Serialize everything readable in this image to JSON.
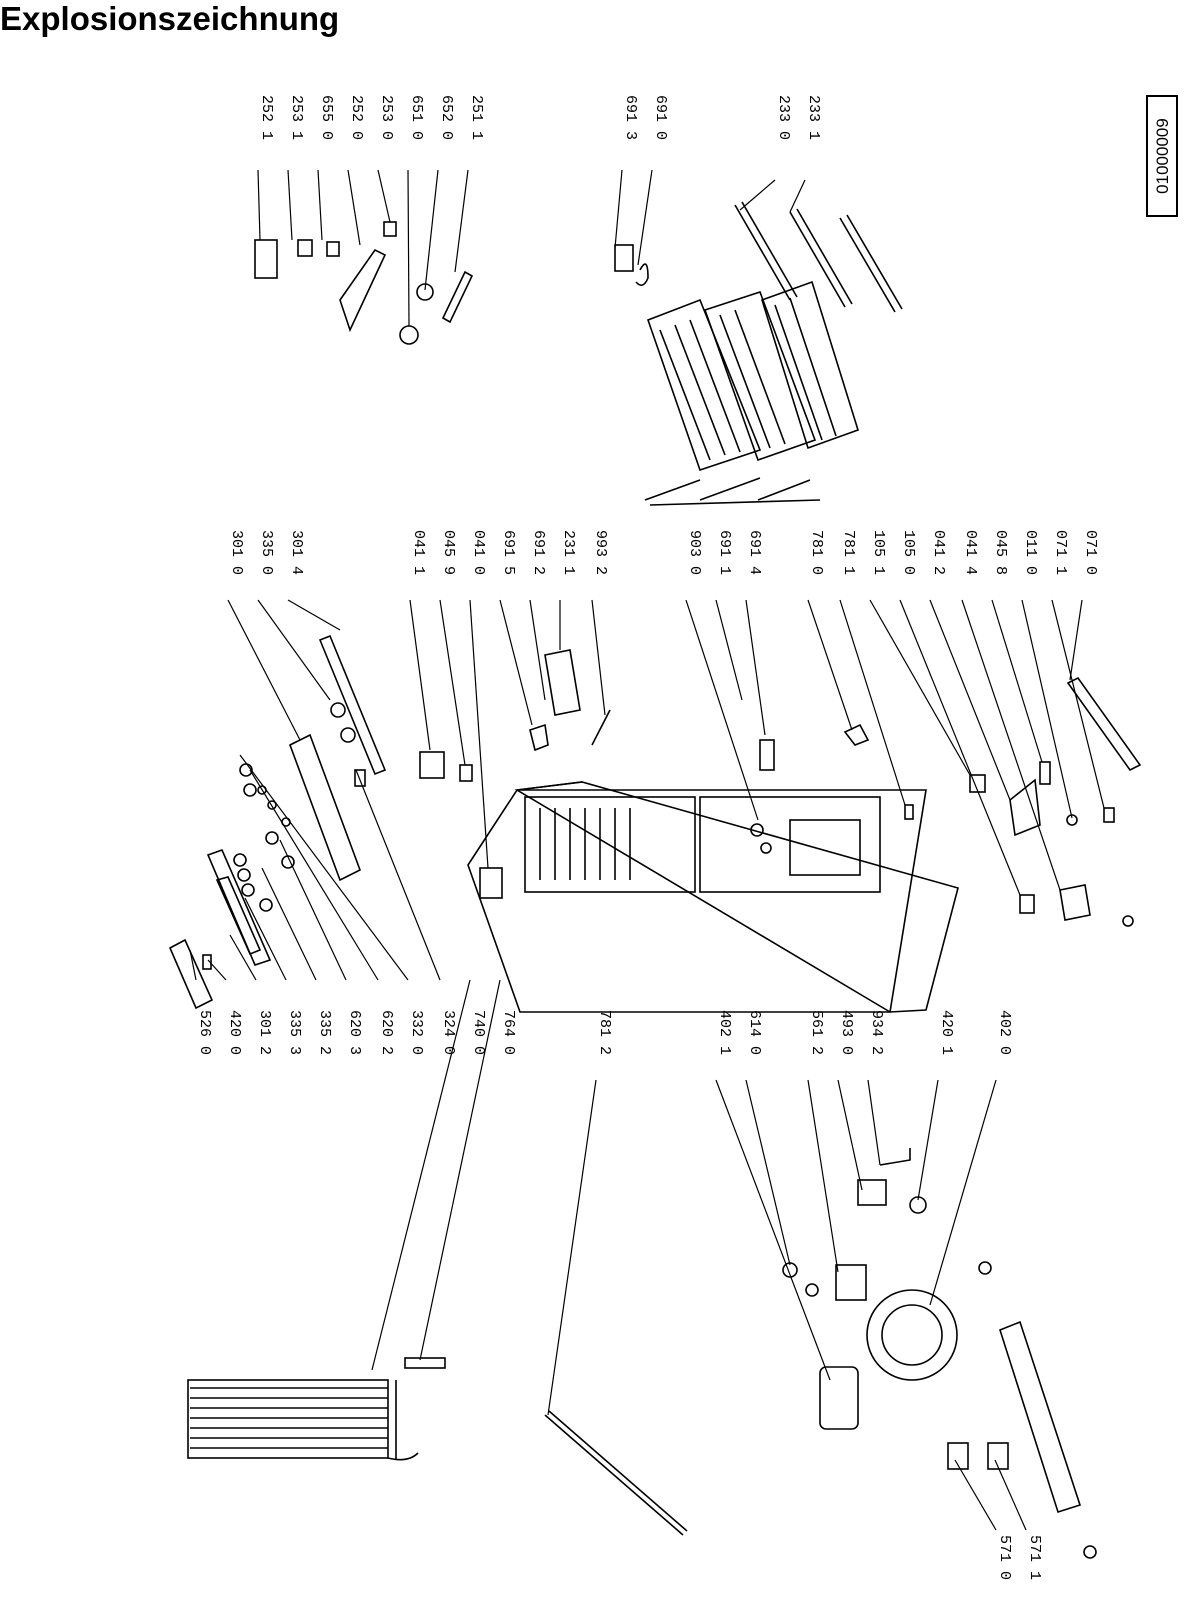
{
  "title": "Explosionszeichnung",
  "document_code": "01000009",
  "label_groups": {
    "top_right_a": [
      "252 1",
      "253 1",
      "655 0",
      "252 0",
      "253 0",
      "651 0",
      "652 0",
      "251 1"
    ],
    "top_right_b": [
      "691 3",
      "691 0"
    ],
    "top_right_c": [
      "233 0",
      "233 1"
    ],
    "middle_upper": [
      "301 0",
      "335 0",
      "301 4"
    ],
    "middle_mid": [
      "041 1",
      "045 9",
      "041 0",
      "691 5",
      "691 2",
      "231 1",
      "993 2"
    ],
    "middle_lower": [
      "903 0",
      "691 1",
      "691 4"
    ],
    "middle_bottom": [
      "781 0",
      "781 1",
      "105 1",
      "105 0",
      "041 2",
      "041 4",
      "045 8",
      "011 0",
      "071 1",
      "071 0"
    ],
    "left_column": [
      "526 0",
      "420 0",
      "301 2",
      "335 3",
      "335 2",
      "620 3",
      "620 2",
      "332 0",
      "324 0",
      "740 0",
      "764 0"
    ],
    "left_single": [
      "781 2"
    ],
    "left_lower": [
      "402 1",
      "614 0",
      "561 2",
      "493 0",
      "934 2",
      "420 1",
      "402 0"
    ],
    "bottom_left": [
      "571 0",
      "571 1"
    ]
  }
}
